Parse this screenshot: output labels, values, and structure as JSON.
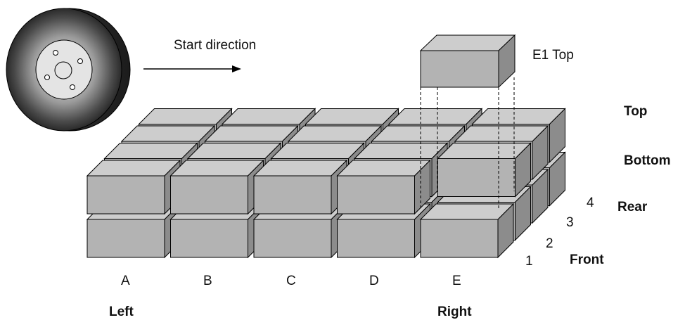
{
  "labels": {
    "start_direction": "Start direction",
    "e1_top": "E1 Top",
    "top": "Top",
    "bottom": "Bottom",
    "rear": "Rear",
    "front": "Front",
    "left": "Left",
    "right": "Right"
  },
  "columns": [
    "A",
    "B",
    "C",
    "D",
    "E"
  ],
  "rows": [
    "1",
    "2",
    "3",
    "4"
  ],
  "colors": {
    "block_front": "#b3b3b3",
    "block_top": "#cdcdcd",
    "block_side": "#8c8c8c",
    "outline": "#000000"
  },
  "icons": [
    "wheel-icon",
    "arrow-right-icon"
  ]
}
